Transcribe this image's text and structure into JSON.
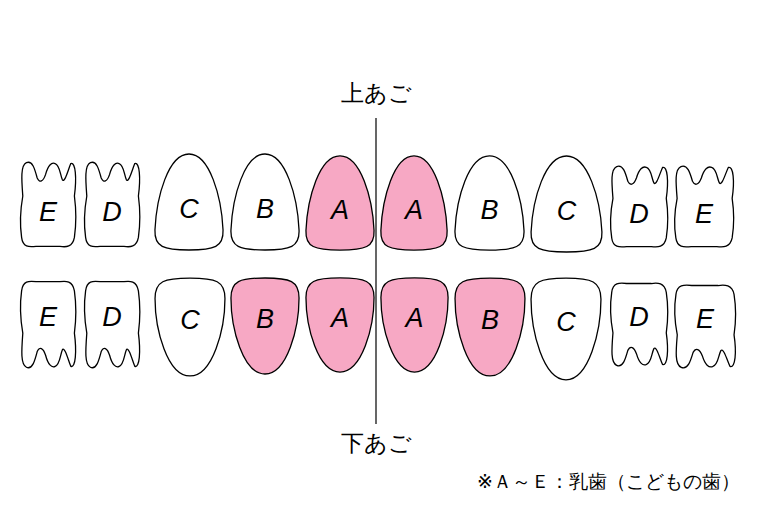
{
  "diagram": {
    "nodes": [
      {
        "text": [
          "E"
        ]
      },
      {
        "text": [
          "D"
        ]
      },
      {
        "text": [
          "C"
        ]
      },
      {
        "text": [
          "B"
        ]
      },
      {
        "text": [
          "A"
        ]
      },
      {
        "text": [
          "A"
        ]
      },
      {
        "text": [
          "B"
        ]
      },
      {
        "text": [
          "C"
        ]
      },
      {
        "text": [
          "D"
        ]
      },
      {
        "text": [
          "E"
        ]
      },
      {
        "text": [
          "E"
        ]
      },
      {
        "text": [
          "D"
        ]
      },
      {
        "text": [
          "C"
        ]
      },
      {
        "text": [
          "B"
        ]
      },
      {
        "text": [
          "A"
        ]
      },
      {
        "text": [
          "A"
        ]
      },
      {
        "text": [
          "B"
        ]
      },
      {
        "text": [
          "C"
        ]
      },
      {
        "text": [
          "D"
        ]
      },
      {
        "text": [
          "E"
        ]
      }
    ],
    "labels": [
      "上あご",
      "下あご",
      "※Ａ～Ｅ：乳歯（こどもの歯）"
    ]
  }
}
